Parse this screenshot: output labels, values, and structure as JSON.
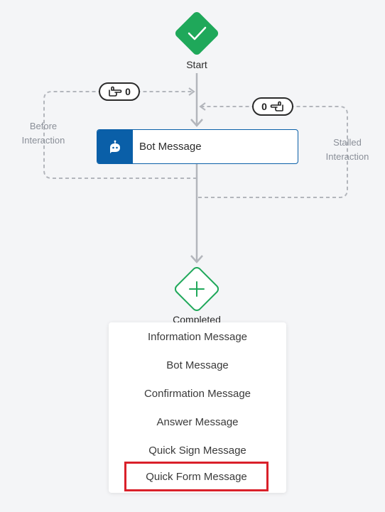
{
  "nodes": {
    "start": {
      "label": "Start",
      "color": "#1fa85a"
    },
    "bot_message": {
      "label": "Bot Message",
      "color": "#0a5fa8",
      "icon": "bot-chat-icon"
    },
    "completed": {
      "label": "Completed",
      "color": "#1fa85a"
    }
  },
  "counters": {
    "before_interaction": {
      "value": "0",
      "icon": "hand-pointing-right-icon"
    },
    "stalled_interaction": {
      "value": "0",
      "icon": "hand-pointing-left-icon"
    }
  },
  "labels": {
    "before_line1": "Before",
    "before_line2": "Interaction",
    "stalled_line1": "Stalled",
    "stalled_line2": "Interaction"
  },
  "menu": {
    "items": [
      "Information Message",
      "Bot Message",
      "Confirmation Message",
      "Answer Message",
      "Quick Sign Message",
      "Quick Form Message"
    ],
    "highlighted_index": 5,
    "highlight_color": "#d9202a"
  }
}
